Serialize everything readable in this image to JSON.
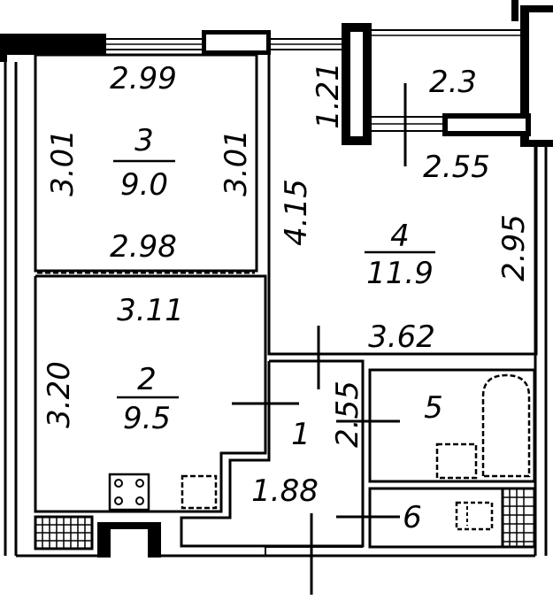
{
  "rooms": [
    {
      "number": "3",
      "area": "9.0"
    },
    {
      "number": "2",
      "area": "9.5"
    },
    {
      "number": "4",
      "area": "11.9"
    },
    {
      "number": "1"
    },
    {
      "number": "5"
    },
    {
      "number": "6"
    }
  ],
  "dimensions": {
    "r3_top": "2.99",
    "r3_left": "3.01",
    "r3_right": "3.01",
    "r3_bottom": "2.98",
    "r2_top": "3.11",
    "r2_left": "3.20",
    "r4_left": "4.15",
    "r4_right": "2.95",
    "r4_bottom": "3.62",
    "balcony_left": "1.21",
    "balcony_top": "2.3",
    "balcony_bottom": "2.55",
    "r1_right": "2.55",
    "r1_bottom": "1.88"
  }
}
